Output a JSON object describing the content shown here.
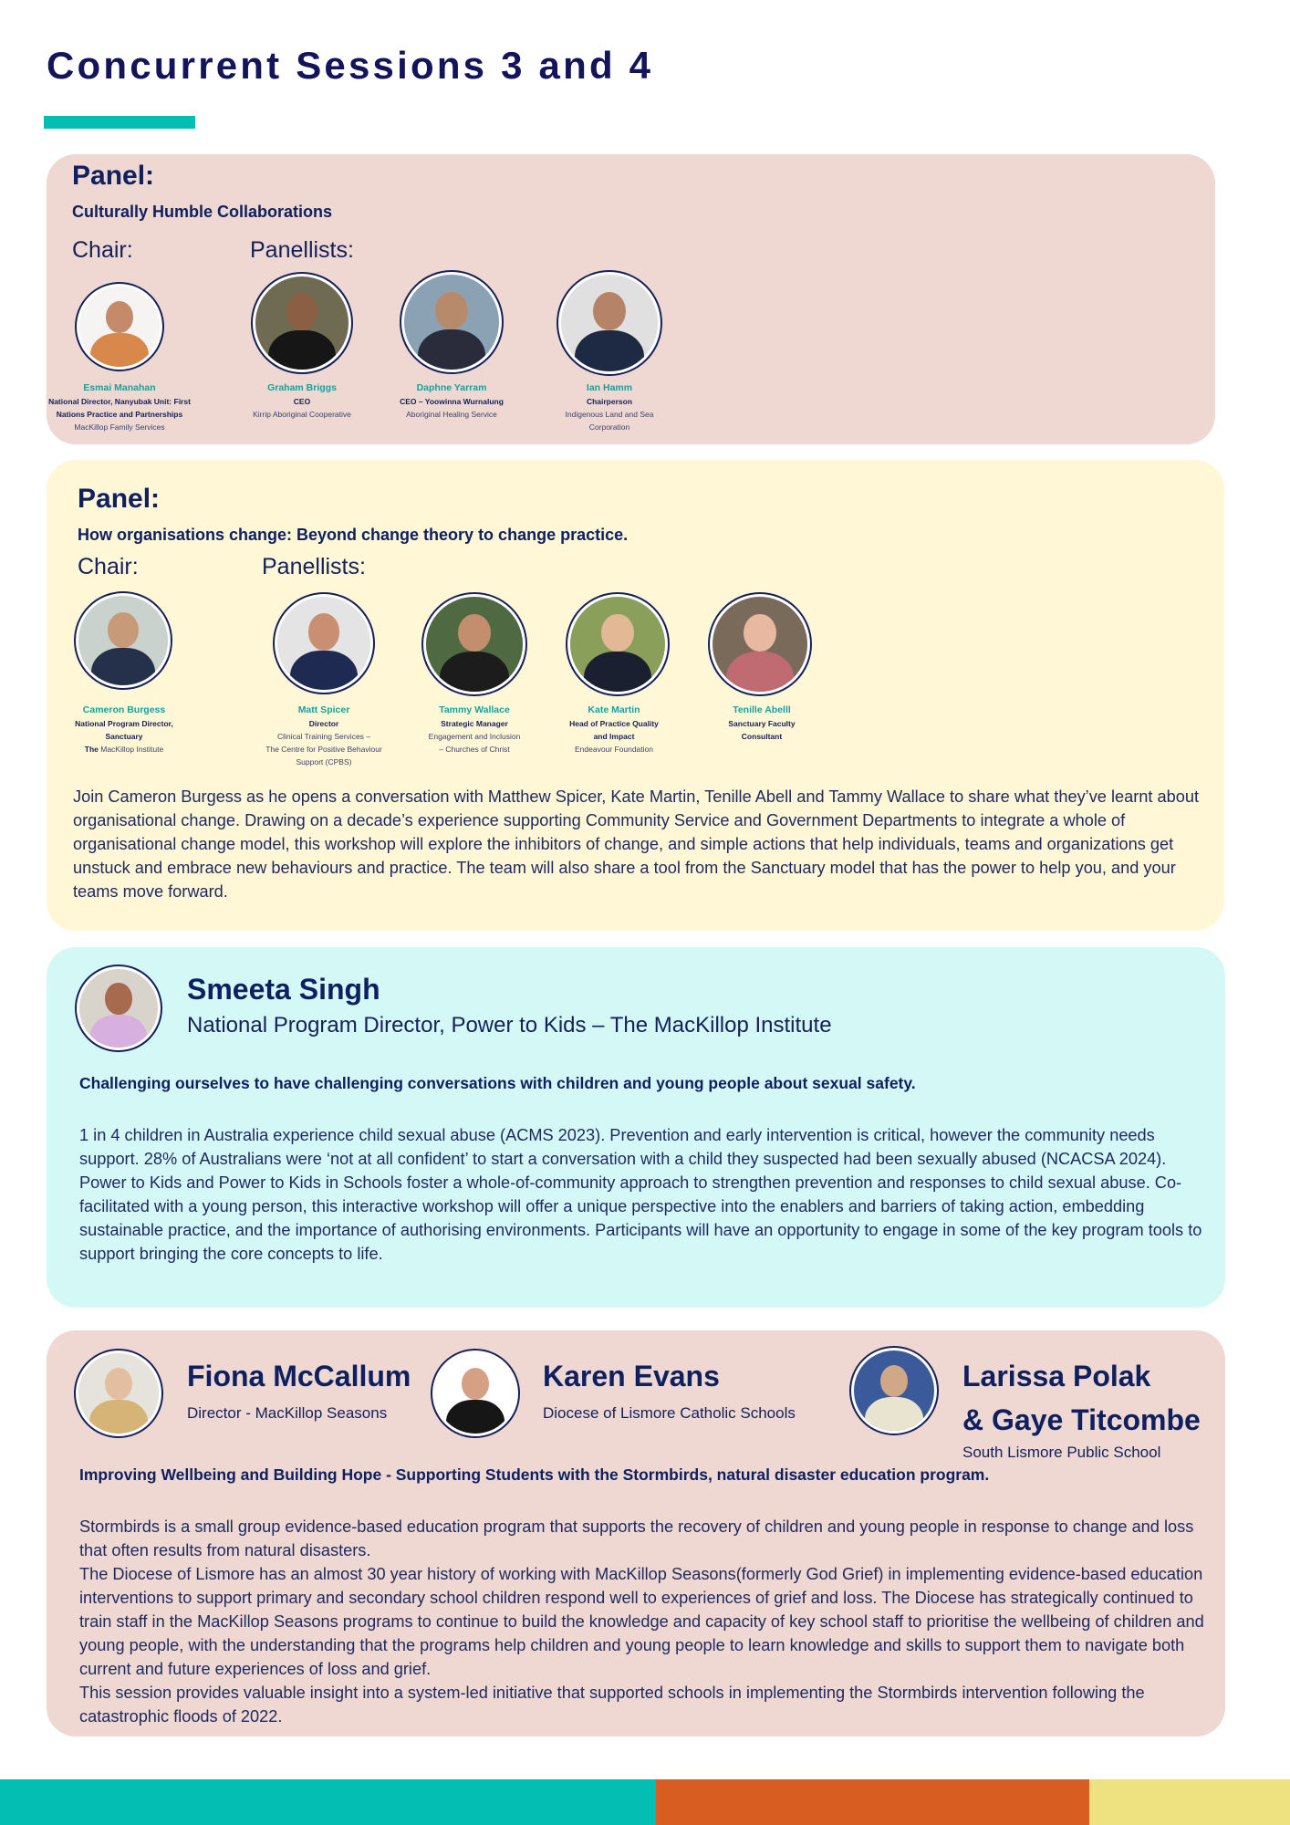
{
  "page": {
    "title": "Concurrent Sessions 3 and 4",
    "accent_colors": {
      "teal": "#03bfb3",
      "orange": "#d75e20",
      "yellow": "#ede180",
      "navy": "#14205a"
    }
  },
  "panel1": {
    "label": "Panel:",
    "subtitle": "Culturally Humble Collaborations",
    "chair_label": "Chair:",
    "panellists_label": "Panellists:",
    "chair": {
      "name": "Esmai Manahan",
      "role_line1": "National Director, Nanyubak Unit: First",
      "role_line2": "Nations Practice and Partnerships",
      "org": "MacKillop Family Services",
      "photo": "avatar-photo"
    },
    "panellists": [
      {
        "name": "Graham Briggs",
        "role": "CEO",
        "org": "Kirrip Aboriginal Cooperative"
      },
      {
        "name": "Daphne Yarram",
        "role": "CEO – Yoowinna Wurnalung",
        "org": "Aboriginal Healing Service"
      },
      {
        "name": "Ian Hamm",
        "role": "Chairperson",
        "org_line1": "Indigenous Land and Sea",
        "org_line2": "Corporation"
      }
    ]
  },
  "panel2": {
    "label": "Panel:",
    "subtitle": "How organisations change: Beyond change theory to change practice.",
    "chair_label": "Chair:",
    "panellists_label": "Panellists:",
    "chair": {
      "name": "Cameron Burgess",
      "role_line1": "National Program Director,",
      "role_line2": "Sanctuary",
      "org_prefix": "The",
      "org": " MacKillop Institute"
    },
    "panellists": [
      {
        "name": "Matt Spicer",
        "role": "Director",
        "org_line1": "Clinical Training Services –",
        "org_line2": "The Centre for Positive Behaviour",
        "org_line3": "Support (CPBS)"
      },
      {
        "name": "Tammy Wallace",
        "role": "Strategic Manager",
        "org_line1": "Engagement and Inclusion",
        "org_line2": "– Churches of Christ"
      },
      {
        "name": "Kate Martin",
        "role_line1": "Head of Practice Quality",
        "role_line2": "and Impact",
        "org": "Endeavour Foundation"
      },
      {
        "name": "Tenille Abelll",
        "role_line1": "Sanctuary Faculty",
        "role_line2": "Consultant"
      }
    ],
    "description": "Join Cameron Burgess as he opens a conversation with Matthew Spicer, Kate Martin, Tenille Abell and Tammy Wallace to share what they’ve learnt about organisational change. Drawing on a decade’s experience supporting Community Service and Government Departments to integrate a whole of organisational change model, this workshop will explore the inhibitors of change, and simple actions that help individuals, teams and organizations get unstuck and embrace new behaviours and practice. The team will also share a tool from the Sanctuary model that has the power to help you, and your teams move forward."
  },
  "panel3": {
    "speaker_name": "Smeeta Singh",
    "speaker_title": "National Program Director, Power to Kids – The MacKillop Institute",
    "session_title": "Challenging ourselves to have challenging conversations with children and young people about sexual safety.",
    "paragraph1": "1 in 4 children in Australia experience child sexual abuse (ACMS 2023). Prevention and early intervention is critical, however the community needs support. 28% of Australians were ‘not at all confident’ to start a conversation with a child they suspected had been sexually abused (NCACSA 2024).",
    "paragraph2": "Power to Kids and Power to Kids in Schools foster a whole-of-community approach to strengthen prevention and responses to child sexual abuse. Co-facilitated with a young person, this interactive workshop will offer a unique perspective into the enablers and barriers of taking action, embedding sustainable practice, and the importance of authorising environments. Participants will have an opportunity to engage in some of the key program tools to support bringing the core concepts to life."
  },
  "panel4": {
    "speakers": [
      {
        "name": "Fiona McCallum",
        "org": "Director - MacKillop Seasons"
      },
      {
        "name": "Karen Evans",
        "org": "Diocese of Lismore Catholic Schools"
      },
      {
        "name_line1": "Larissa Polak",
        "name_line2": "& Gaye Titcombe",
        "org": "South Lismore Public School"
      }
    ],
    "session_title": "Improving Wellbeing and Building Hope - Supporting Students with the Stormbirds, natural disaster education program.",
    "paragraph1": "Stormbirds is a small group evidence-based education program that supports the recovery of children and young people in response to change and loss that often results from natural disasters.",
    "paragraph2": "The Diocese of Lismore has an almost 30 year history of working with MacKillop Seasons(formerly God Grief) in implementing evidence-based education interventions to support primary and secondary school children respond well to experiences of grief and loss. The Diocese has strategically continued to train staff in the MacKillop Seasons programs to continue to build the knowledge and capacity of key school staff to prioritise the wellbeing of children and young people, with the understanding that the programs help children and young people to learn knowledge and skills to support them to navigate both current and future experiences of loss and grief.",
    "paragraph3": "This session provides valuable insight into a system-led initiative that supported schools in implementing the Stormbirds intervention following the catastrophic floods of 2022."
  },
  "footer": {
    "segments": [
      {
        "color": "#03bfb3"
      },
      {
        "color": "#d75e20"
      },
      {
        "color": "#ede180"
      }
    ]
  }
}
